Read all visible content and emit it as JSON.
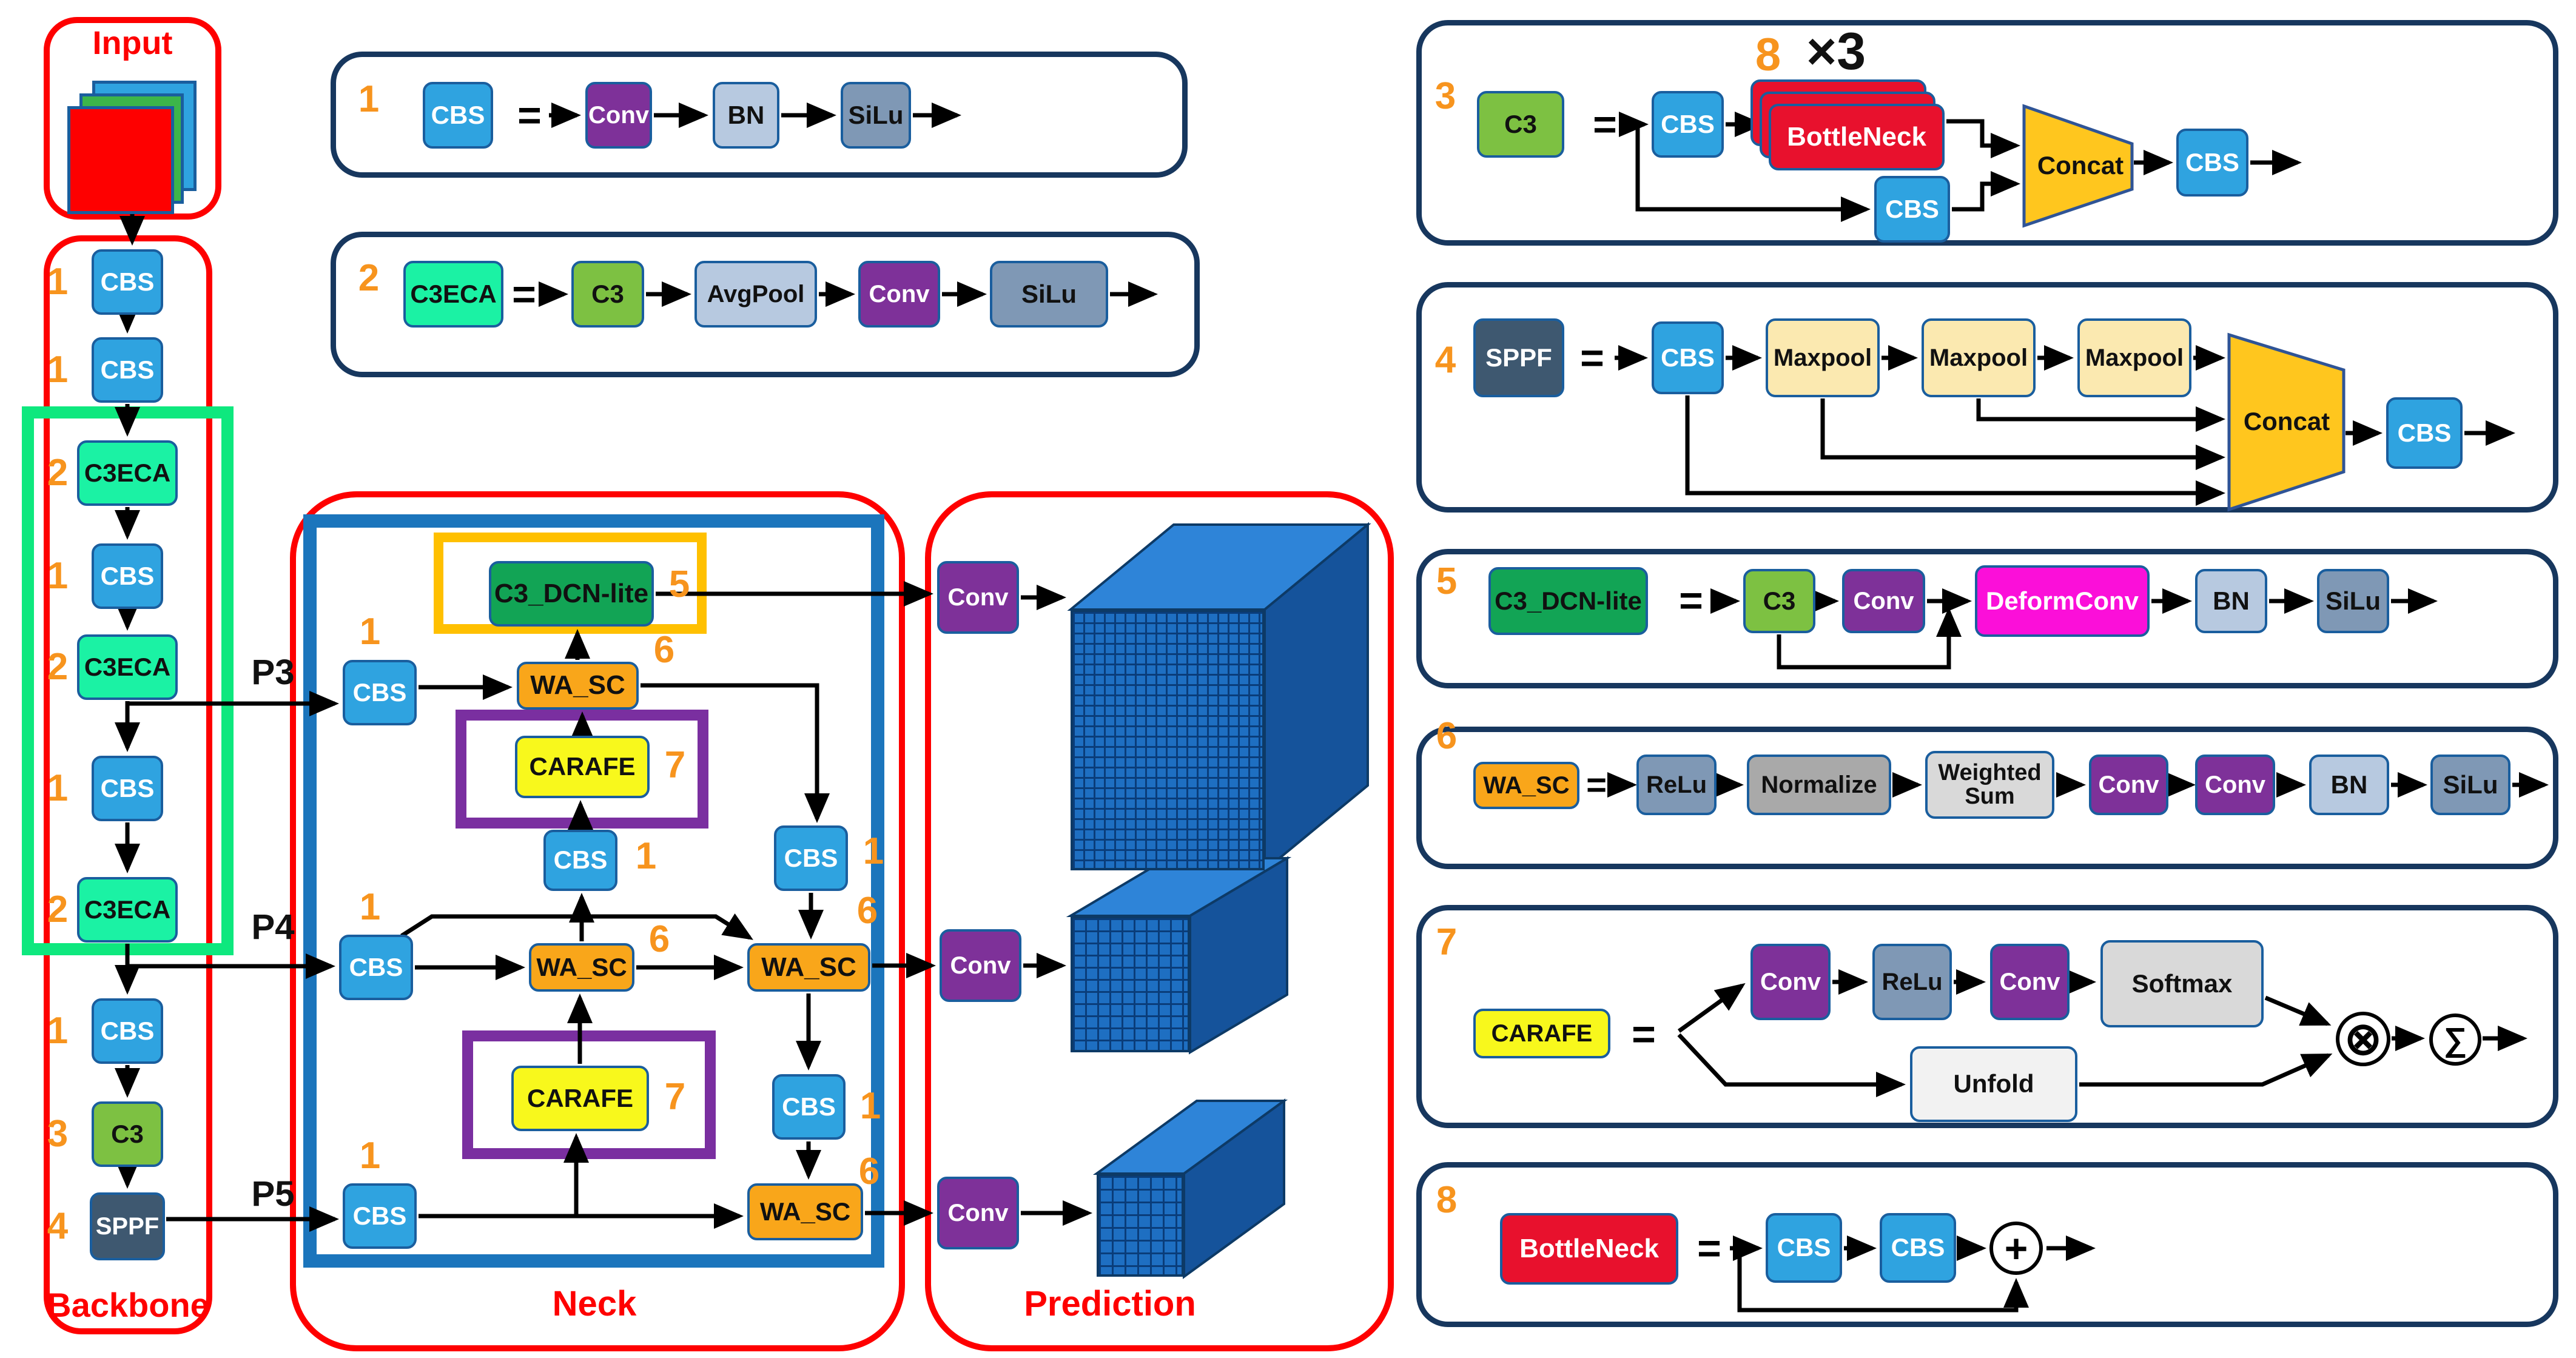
{
  "sections": {
    "input": "Input",
    "backbone": "Backbone",
    "neck": "Neck",
    "prediction": "Prediction"
  },
  "pyramid": {
    "p3": "P3",
    "p4": "P4",
    "p5": "P5"
  },
  "backbone_blocks": [
    {
      "num": "1",
      "label": "CBS"
    },
    {
      "num": "1",
      "label": "CBS"
    },
    {
      "num": "2",
      "label": "C3ECA"
    },
    {
      "num": "1",
      "label": "CBS"
    },
    {
      "num": "2",
      "label": "C3ECA"
    },
    {
      "num": "1",
      "label": "CBS"
    },
    {
      "num": "2",
      "label": "C3ECA"
    },
    {
      "num": "1",
      "label": "CBS"
    },
    {
      "num": "3",
      "label": "C3"
    },
    {
      "num": "4",
      "label": "SPPF"
    }
  ],
  "neck_nodes": {
    "cbs_p3": {
      "num": "1",
      "label": "CBS"
    },
    "wa_sc_1": {
      "num": "6",
      "label": "WA_SC"
    },
    "c3_dcn": {
      "num": "5",
      "label": "C3_DCN-lite"
    },
    "carafe_1": {
      "num": "7",
      "label": "CARAFE"
    },
    "cbs_mid": {
      "num": "1",
      "label": "CBS"
    },
    "cbs_r1": {
      "num": "1",
      "label": "CBS"
    },
    "cbs_p4": {
      "num": "1",
      "label": "CBS"
    },
    "wa_sc_2": {
      "num": "6",
      "label": "WA_SC"
    },
    "wa_sc_3": {
      "num": "6",
      "label": "WA_SC"
    },
    "cbs_r2": {
      "num": "1",
      "label": "CBS"
    },
    "cbs_p5": {
      "num": "1",
      "label": "CBS"
    },
    "carafe_2": {
      "num": "7",
      "label": "CARAFE"
    },
    "wa_sc_4": {
      "num": "6",
      "label": "WA_SC"
    }
  },
  "prediction": {
    "conv1": "Conv",
    "conv2": "Conv",
    "conv3": "Conv"
  },
  "legend1": {
    "num": "1",
    "module": "CBS",
    "eq": "=",
    "conv": "Conv",
    "bn": "BN",
    "silu": "SiLu"
  },
  "legend2": {
    "num": "2",
    "module": "C3ECA",
    "eq": "=",
    "c3": "C3",
    "avgpool": "AvgPool",
    "conv": "Conv",
    "silu": "SiLu"
  },
  "legend3": {
    "num": "3",
    "module": "C3",
    "eq": "=",
    "repeat_count": "8",
    "repeat": "×3",
    "cbs1": "CBS",
    "bottleneck": "BottleNeck",
    "cbs2": "CBS",
    "concat": "Concat",
    "cbs3": "CBS"
  },
  "legend4": {
    "num": "4",
    "module": "SPPF",
    "eq": "=",
    "cbs1": "CBS",
    "mp1": "Maxpool",
    "mp2": "Maxpool",
    "mp3": "Maxpool",
    "concat": "Concat",
    "cbs2": "CBS"
  },
  "legend5": {
    "num": "5",
    "module": "C3_DCN-lite",
    "eq": "=",
    "c3": "C3",
    "conv": "Conv",
    "deformconv": "DeformConv",
    "bn": "BN",
    "silu": "SiLu"
  },
  "legend6": {
    "num": "6",
    "module": "WA_SC",
    "eq": "=",
    "relu": "ReLu",
    "normalize": "Normalize",
    "wsum": "Weighted Sum",
    "conv1": "Conv",
    "conv2": "Conv",
    "bn": "BN",
    "silu": "SiLu"
  },
  "legend7": {
    "num": "7",
    "module": "CARAFE",
    "eq": "=",
    "conv1": "Conv",
    "relu": "ReLu",
    "conv2": "Conv",
    "softmax": "Softmax",
    "unfold": "Unfold",
    "otimes": "⊗",
    "sum": "∑"
  },
  "legend8": {
    "num": "8",
    "module": "BottleNeck",
    "eq": "=",
    "cbs1": "CBS",
    "cbs2": "CBS",
    "plus": "+"
  }
}
